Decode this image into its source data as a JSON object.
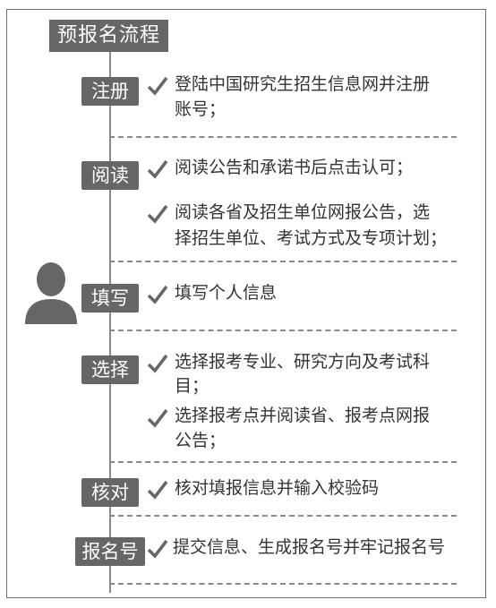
{
  "title": "预报名流程",
  "steps": [
    {
      "tag": "注册",
      "items": [
        "登陆中国研究生招生信息网并注册",
        "账号；"
      ]
    },
    {
      "tag": "阅读",
      "items": [
        "阅读公告和承诺书后点击认可；",
        "阅读各省及招生单位网报公告，选",
        "择招生单位、考试方式及专项计划；"
      ]
    },
    {
      "tag": "填写",
      "items": [
        "填写个人信息"
      ]
    },
    {
      "tag": "选择",
      "items": [
        "选择报考专业、研究方向及考试科",
        "目；",
        "选择报考点并阅读省、报考点网报",
        "公告；"
      ]
    },
    {
      "tag": "核对",
      "items": [
        "核对填报信息并输入校验码"
      ]
    },
    {
      "tag": "报名号",
      "items": [
        "提交信息、生成报名号并牢记报名号"
      ]
    }
  ],
  "icons": {
    "check": "checkmark-icon",
    "person": "person-icon"
  },
  "colors": {
    "tag_bg": "#666666",
    "line": "#8a8a8a",
    "text": "#333333"
  }
}
